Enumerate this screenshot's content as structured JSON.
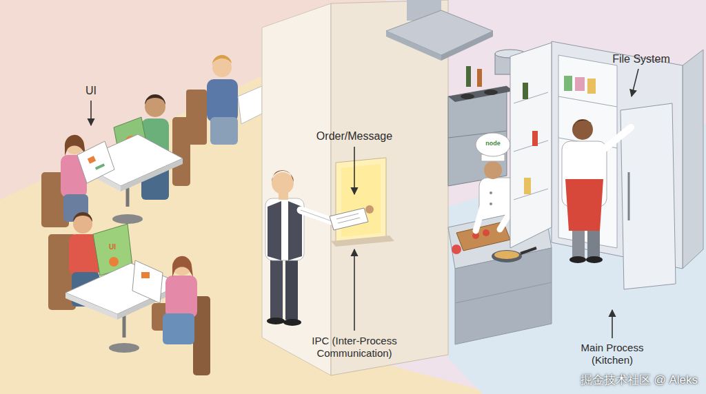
{
  "diagram": {
    "labels": [
      "UI",
      "Order/Message",
      "File System",
      "node",
      "UI",
      "IPC (Inter-Process Communication)",
      "Main Process (Kitchen)",
      "掘金技术社区 @ Aleks"
    ]
  }
}
